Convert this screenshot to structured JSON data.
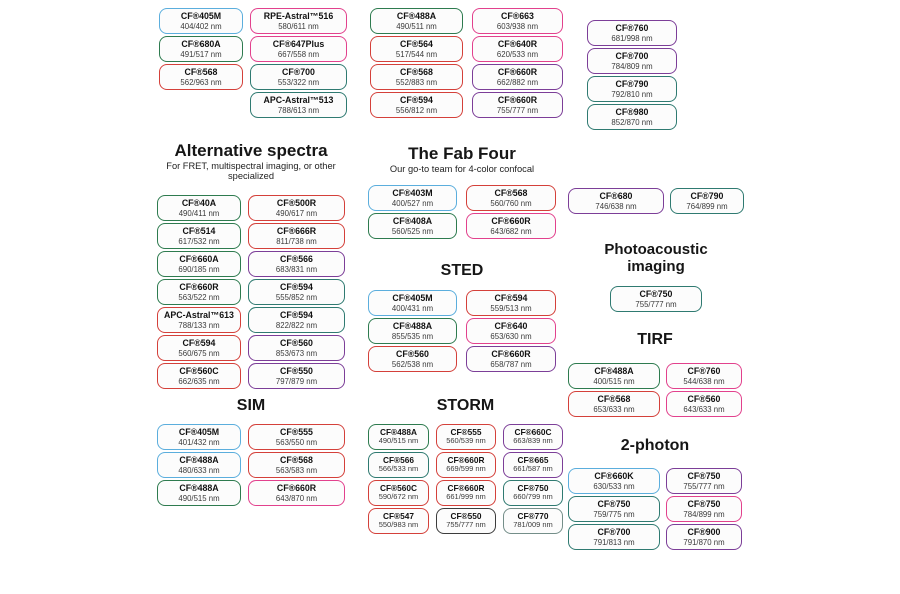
{
  "palette": {
    "blue": "#5BAEDD",
    "green": "#2E7B4F",
    "red": "#D4403A",
    "pink": "#E2418D",
    "purple": "#7C3E98",
    "teal": "#2F7A71",
    "dark": "#3C3C3C",
    "gray": "#748E89"
  },
  "groups": {
    "top_left": {
      "boxes": [
        {
          "name": "CF®405M",
          "nm": "404/402 nm",
          "color": "blue"
        },
        {
          "name": "RPE-Astral™516",
          "nm": "580/611 nm",
          "color": "pink"
        },
        {
          "name": "CF®680A",
          "nm": "491/517 nm",
          "color": "green"
        },
        {
          "name": "CF®647Plus",
          "nm": "667/558 nm",
          "color": "pink"
        },
        {
          "name": "CF®568",
          "nm": "562/963 nm",
          "color": "red"
        },
        {
          "name": "CF®700",
          "nm": "553/322 nm",
          "color": "teal"
        },
        null,
        {
          "name": "APC-Astral™513",
          "nm": "788/613 nm",
          "color": "teal"
        }
      ]
    },
    "top_mid": {
      "boxes": [
        {
          "name": "CF®488A",
          "nm": "490/511 nm",
          "color": "green"
        },
        {
          "name": "CF®663",
          "nm": "603/938 nm",
          "color": "pink"
        },
        {
          "name": "CF®564",
          "nm": "517/544 nm",
          "color": "red"
        },
        {
          "name": "CF®640R",
          "nm": "620/533 nm",
          "color": "pink"
        },
        {
          "name": "CF®568",
          "nm": "552/883 nm",
          "color": "red"
        },
        {
          "name": "CF®660R",
          "nm": "662/882 nm",
          "color": "purple"
        },
        {
          "name": "CF®594",
          "nm": "556/812 nm",
          "color": "red"
        },
        {
          "name": "CF®660R",
          "nm": "755/777 nm",
          "color": "purple"
        }
      ]
    },
    "top_right": {
      "boxes": [
        {
          "name": "CF®760",
          "nm": "681/998 nm",
          "color": "purple"
        },
        {
          "name": "CF®700",
          "nm": "784/809 nm",
          "color": "purple"
        },
        {
          "name": "CF®790",
          "nm": "792/810 nm",
          "color": "teal"
        },
        {
          "name": "CF®980",
          "nm": "852/870 nm",
          "color": "teal"
        }
      ]
    },
    "alt_spectra": {
      "title": "Alternative spectra",
      "subtitle": "For FRET, multispectral imaging, or other specialized",
      "boxes": [
        {
          "name": "CF®40A",
          "nm": "490/411 nm",
          "color": "green"
        },
        {
          "name": "CF®500R",
          "nm": "490/617 nm",
          "color": "red"
        },
        {
          "name": "CF®514",
          "nm": "617/532 nm",
          "color": "green"
        },
        {
          "name": "CF®666R",
          "nm": "811/738 nm",
          "color": "red"
        },
        {
          "name": "CF®660A",
          "nm": "690/185 nm",
          "color": "green"
        },
        {
          "name": "CF®566",
          "nm": "683/831 nm",
          "color": "purple"
        },
        {
          "name": "CF®660R",
          "nm": "563/522 nm",
          "color": "green"
        },
        {
          "name": "CF®594",
          "nm": "555/852 nm",
          "color": "teal"
        },
        {
          "name": "APC-Astral™613",
          "nm": "788/133 nm",
          "color": "red"
        },
        {
          "name": "CF®594",
          "nm": "822/822 nm",
          "color": "teal"
        },
        {
          "name": "CF®594",
          "nm": "560/675 nm",
          "color": "red"
        },
        {
          "name": "CF®560",
          "nm": "853/673 nm",
          "color": "purple"
        },
        {
          "name": "CF®560C",
          "nm": "662/635 nm",
          "color": "red"
        },
        {
          "name": "CF®550",
          "nm": "797/879 nm",
          "color": "purple"
        }
      ]
    },
    "fab_four": {
      "title": "The Fab Four",
      "subtitle": "Our go-to team for 4-color confocal",
      "boxes": [
        {
          "name": "CF®403M",
          "nm": "400/527 nm",
          "color": "blue"
        },
        {
          "name": "CF®568",
          "nm": "560/760 nm",
          "color": "red"
        },
        {
          "name": "CF®408A",
          "nm": "560/525 nm",
          "color": "green"
        },
        {
          "name": "CF®660R",
          "nm": "643/682 nm",
          "color": "pink"
        }
      ]
    },
    "sted": {
      "title": "STED",
      "boxes": [
        {
          "name": "CF®405M",
          "nm": "400/431 nm",
          "color": "blue"
        },
        {
          "name": "CF®594",
          "nm": "559/513 nm",
          "color": "red"
        },
        {
          "name": "CF®488A",
          "nm": "855/535 nm",
          "color": "green"
        },
        {
          "name": "CF®640",
          "nm": "653/630 nm",
          "color": "pink"
        },
        {
          "name": "CF®560",
          "nm": "562/538 nm",
          "color": "red"
        },
        {
          "name": "CF®660R",
          "nm": "658/787 nm",
          "color": "purple"
        }
      ]
    },
    "sim": {
      "title": "SIM",
      "boxes": [
        {
          "name": "CF®405M",
          "nm": "401/432 nm",
          "color": "blue"
        },
        {
          "name": "CF®555",
          "nm": "563/550 nm",
          "color": "red"
        },
        {
          "name": "CF®488A",
          "nm": "480/633 nm",
          "color": "blue"
        },
        {
          "name": "CF®568",
          "nm": "563/583 nm",
          "color": "red"
        },
        {
          "name": "CF®488A",
          "nm": "490/515 nm",
          "color": "green"
        },
        {
          "name": "CF®660R",
          "nm": "643/870 nm",
          "color": "pink"
        }
      ]
    },
    "storm": {
      "title": "STORM",
      "boxes": [
        {
          "name": "CF®488A",
          "nm": "490/515 nm",
          "color": "green"
        },
        {
          "name": "CF®555",
          "nm": "560/539 nm",
          "color": "red"
        },
        {
          "name": "CF®660C",
          "nm": "663/839 nm",
          "color": "purple"
        },
        {
          "name": "CF®566",
          "nm": "566/533 nm",
          "color": "teal"
        },
        {
          "name": "CF®660R",
          "nm": "669/599 nm",
          "color": "red"
        },
        {
          "name": "CF®665",
          "nm": "661/587 nm",
          "color": "purple"
        },
        {
          "name": "CF®560C",
          "nm": "590/672 nm",
          "color": "red"
        },
        {
          "name": "CF®660R",
          "nm": "661/999 nm",
          "color": "red"
        },
        {
          "name": "CF®750",
          "nm": "660/799 nm",
          "color": "teal"
        },
        {
          "name": "CF®547",
          "nm": "550/983 nm",
          "color": "red"
        },
        {
          "name": "CF®550",
          "nm": "755/777 nm",
          "color": "dark"
        },
        {
          "name": "CF®770",
          "nm": "781/009 nm",
          "color": "gray"
        }
      ]
    },
    "nir_pair": {
      "boxes": [
        {
          "name": "CF®680",
          "nm": "746/638 nm",
          "color": "purple"
        },
        {
          "name": "CF®790",
          "nm": "764/899 nm",
          "color": "teal"
        }
      ]
    },
    "photoacoustic": {
      "title": "Photoacoustic imaging",
      "boxes": [
        {
          "name": "CF®750",
          "nm": "755/777 nm",
          "color": "teal"
        }
      ]
    },
    "tirf": {
      "title": "TIRF",
      "boxes": [
        {
          "name": "CF®488A",
          "nm": "400/515 nm",
          "color": "green"
        },
        {
          "name": "CF®760",
          "nm": "544/638 nm",
          "color": "pink"
        },
        {
          "name": "CF®568",
          "nm": "653/633 nm",
          "color": "red"
        },
        {
          "name": "CF®560",
          "nm": "643/633 nm",
          "color": "pink"
        }
      ]
    },
    "two_photon": {
      "title": "2-photon",
      "boxes": [
        {
          "name": "CF®660K",
          "nm": "630/533 nm",
          "color": "blue"
        },
        {
          "name": "CF®750",
          "nm": "755/777 nm",
          "color": "purple"
        },
        {
          "name": "CF®750",
          "nm": "759/775 nm",
          "color": "teal"
        },
        {
          "name": "CF®750",
          "nm": "784/899 nm",
          "color": "pink"
        },
        {
          "name": "CF®700",
          "nm": "791/813 nm",
          "color": "teal"
        },
        {
          "name": "CF®900",
          "nm": "791/870 nm",
          "color": "purple"
        }
      ]
    }
  }
}
